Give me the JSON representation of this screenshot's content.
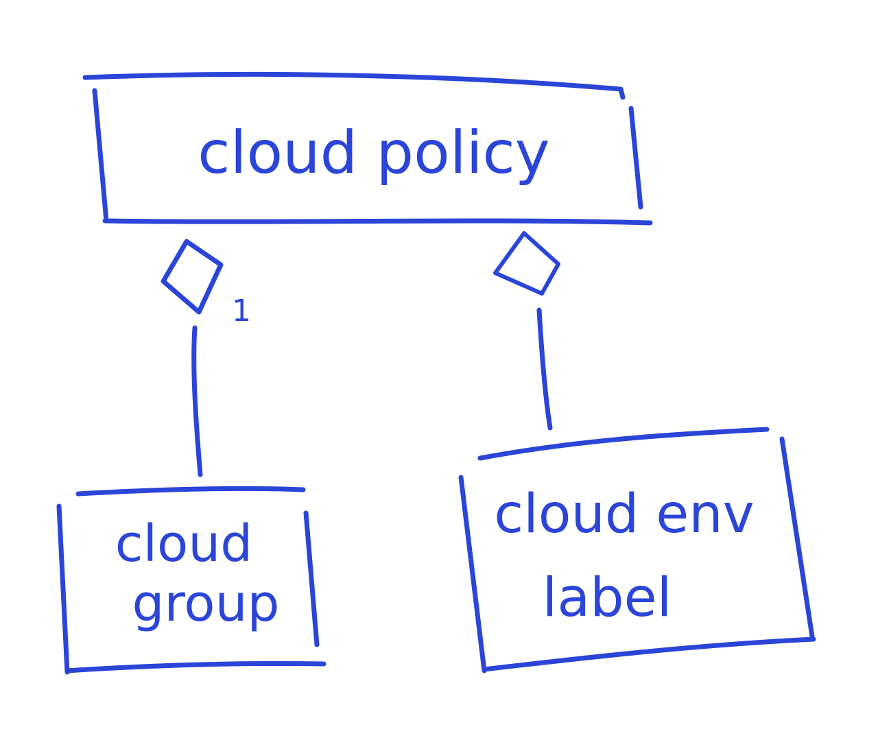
{
  "diagram": {
    "ink_color": "#2a45d8",
    "background": "#ffffff",
    "nodes": {
      "cloud_policy": {
        "label": "cloud policy"
      },
      "cloud_group": {
        "label_line1": "cloud",
        "label_line2": "group"
      },
      "cloud_env_label": {
        "label_line1": "cloud env",
        "label_line2": "label"
      }
    },
    "edges": {
      "policy_group": {
        "multiplicity": "1",
        "end": "aggregation-diamond"
      },
      "policy_env_label": {
        "end": "aggregation-diamond"
      }
    }
  }
}
